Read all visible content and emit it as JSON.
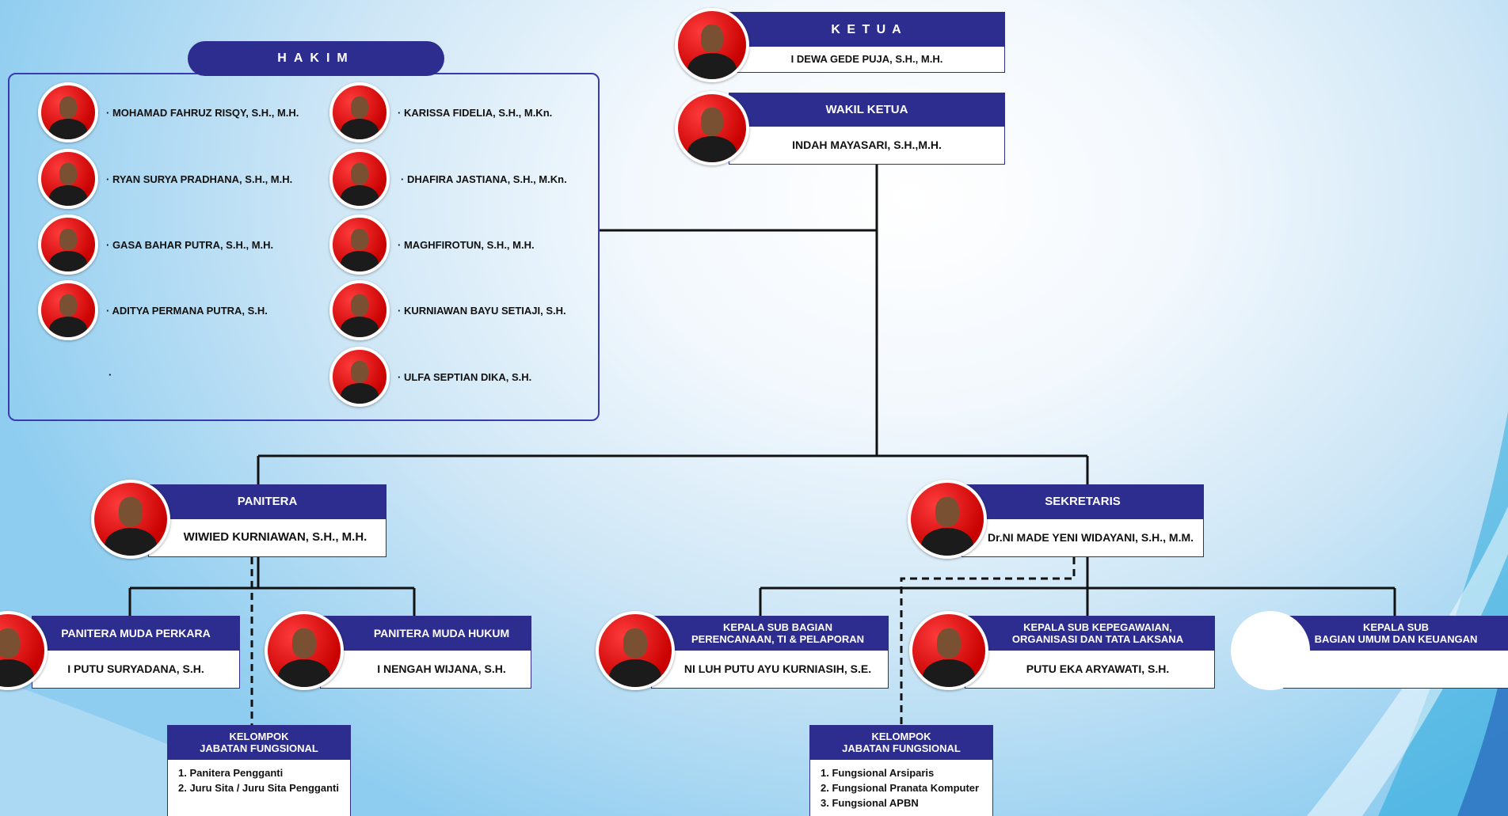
{
  "colors": {
    "navy": "#2d2d8f",
    "photo_red": "#d40000",
    "line": "#111111"
  },
  "hakim": {
    "title": "HAKIM",
    "left": [
      "· MOHAMAD FAHRUZ RISQY, S.H., M.H.",
      "· RYAN SURYA PRADHANA, S.H., M.H.",
      "· GASA BAHAR PUTRA, S.H., M.H.",
      "· ADITYA PERMANA PUTRA, S.H."
    ],
    "left_extra": "·",
    "right": [
      "· KARISSA FIDELIA, S.H., M.Kn.",
      "· DHAFIRA JASTIANA, S.H., M.Kn.",
      "· MAGHFIROTUN, S.H., M.H.",
      "· KURNIAWAN BAYU SETIAJI, S.H.",
      "· ULFA SEPTIAN DIKA, S.H."
    ]
  },
  "ketua": {
    "title": "K E T U A",
    "name": "I DEWA GEDE PUJA, S.H., M.H."
  },
  "wakil": {
    "title": "WAKIL KETUA",
    "name": "INDAH MAYASARI, S.H.,M.H."
  },
  "panitera": {
    "title": "PANITERA",
    "name": "WIWIED KURNIAWAN, S.H., M.H."
  },
  "sekretaris": {
    "title": "SEKRETARIS",
    "name": "Dr.NI MADE YENI WIDAYANI, S.H., M.M."
  },
  "pm_perkara": {
    "title": "PANITERA MUDA PERKARA",
    "name": "I PUTU SURYADANA, S.H."
  },
  "pm_hukum": {
    "title": "PANITERA MUDA HUKUM",
    "name": "I NENGAH WIJANA, S.H."
  },
  "ksb_perencanaan": {
    "title": "KEPALA SUB BAGIAN\nPERENCANAAN, TI & PELAPORAN",
    "name": "NI LUH PUTU AYU KURNIASIH, S.E."
  },
  "ksb_kepegawaian": {
    "title": "KEPALA SUB KEPEGAWAIAN,\nORGANISASI DAN TATA LAKSANA",
    "name": "PUTU EKA ARYAWATI, S.H."
  },
  "ksb_umum": {
    "title": "KEPALA SUB\nBAGIAN UMUM DAN KEUANGAN",
    "name": ""
  },
  "jf_panitera": {
    "title": "KELOMPOK\nJABATAN FUNGSIONAL",
    "items": [
      "1. Panitera Pengganti",
      "2. Juru Sita / Juru Sita Pengganti"
    ]
  },
  "jf_sekretaris": {
    "title": "KELOMPOK\nJABATAN FUNGSIONAL",
    "items": [
      "1. Fungsional Arsiparis",
      "2. Fungsional Pranata Komputer",
      "3. Fungsional APBN"
    ]
  }
}
